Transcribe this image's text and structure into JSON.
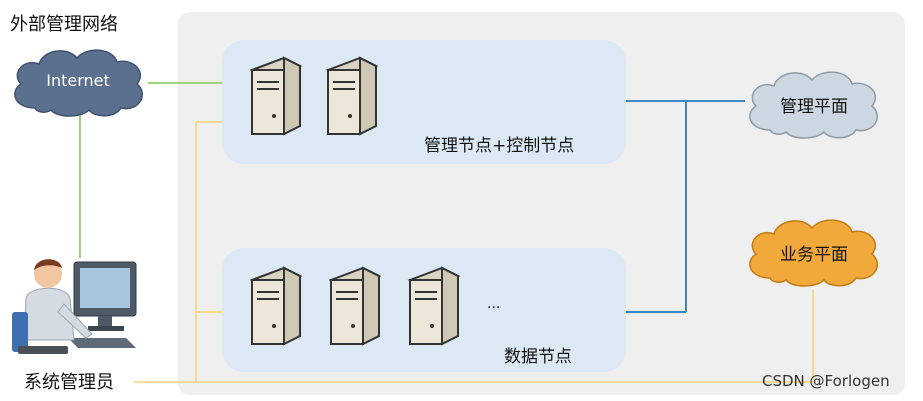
{
  "external_network": {
    "label": "外部管理网络",
    "cloud_label": "Internet"
  },
  "admin": {
    "label": "系统管理员"
  },
  "mgmt_node_group": {
    "label": "管理节点+控制节点",
    "server_count": 2
  },
  "data_node_group": {
    "label": "数据节点",
    "server_count": 3,
    "ellipsis": "..."
  },
  "mgmt_plane": {
    "label": "管理平面"
  },
  "business_plane": {
    "label": "业务平面"
  },
  "watermark": "CSDN @Forlogen",
  "colors": {
    "internet_cloud": "#5b6f8f",
    "mgmt_cloud": "#cdd7e1",
    "business_cloud": "#f2a93b",
    "green_link": "#9fd27a",
    "blue_link": "#3d87c6",
    "yellow_link": "#f5d27a",
    "panel_bg": "#efefef",
    "node_panel_bg": "#dce9f5"
  }
}
